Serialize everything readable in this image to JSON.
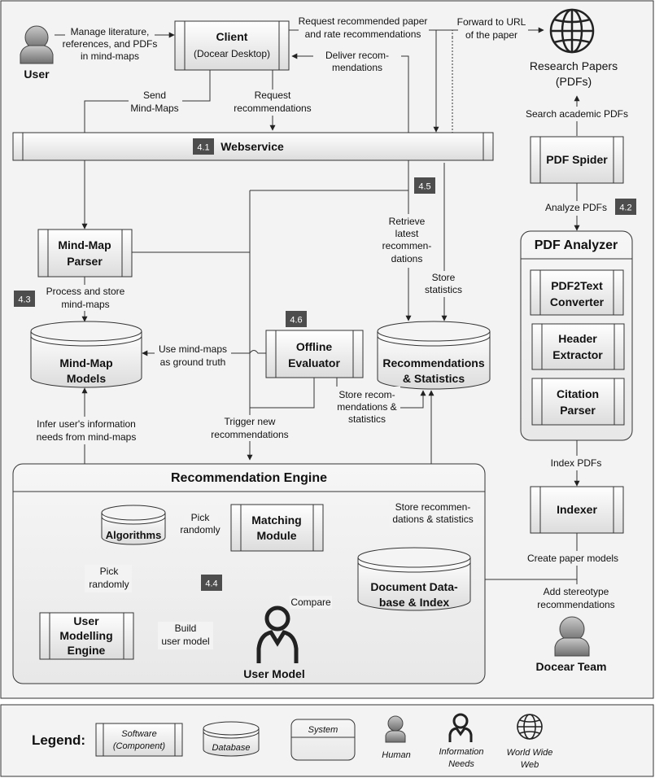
{
  "actors": {
    "user": "User",
    "docear_team": "Docear Team",
    "user_model": "User Model",
    "research_papers": [
      "Research Papers",
      "(PDFs)"
    ]
  },
  "components": {
    "client": [
      "Client",
      "(Docear Desktop)"
    ],
    "webservice": "Webservice",
    "pdf_spider": "PDF Spider",
    "pdf_analyzer": "PDF Analyzer",
    "pdf2text": [
      "PDF2Text",
      "Converter"
    ],
    "header_extractor": [
      "Header",
      "Extractor"
    ],
    "citation_parser": [
      "Citation",
      "Parser"
    ],
    "indexer": "Indexer",
    "mindmap_parser": [
      "Mind-Map",
      "Parser"
    ],
    "mindmap_models": [
      "Mind-Map",
      "Models"
    ],
    "offline_evaluator": [
      "Offline",
      "Evaluator"
    ],
    "recs_stats": [
      "Recommendations",
      "& Statistics"
    ],
    "rec_engine": "Recommendation Engine",
    "algorithms": "Algorithms",
    "matching_module": [
      "Matching",
      "Module"
    ],
    "doc_db": [
      "Document Data-",
      "base & Index"
    ],
    "user_modelling": [
      "User",
      "Modelling",
      "Engine"
    ]
  },
  "section_badges": {
    "b41": "4.1",
    "b42": "4.2",
    "b43": "4.3",
    "b44": "4.4",
    "b45": "4.5",
    "b46": "4.6"
  },
  "edges": {
    "manage": [
      "Manage literature,",
      "references, and PDFs",
      "in mind-maps"
    ],
    "request_rate": [
      "Request recommended paper",
      "and rate recommendations"
    ],
    "forward": [
      "Forward to URL",
      "of the paper"
    ],
    "deliver": [
      "Deliver recom-",
      "mendations"
    ],
    "send": [
      "Send",
      "Mind-Maps"
    ],
    "request_recs": [
      "Request",
      "recommendations"
    ],
    "search_pdfs": "Search academic PDFs",
    "analyze_pdfs": "Analyze PDFs",
    "retrieve": [
      "Retrieve",
      "latest",
      "recommen-",
      "dations"
    ],
    "store_stats": [
      "Store",
      "statistics"
    ],
    "process_store": [
      "Process and store",
      "mind-maps"
    ],
    "use_mindmaps": [
      "Use mind-maps",
      "as ground truth"
    ],
    "store_recs_stats": [
      "Store recom-",
      "mendations &",
      "statistics"
    ],
    "infer": [
      "Infer user's information",
      "needs from mind-maps"
    ],
    "trigger": [
      "Trigger new",
      "recommendations"
    ],
    "index_pdfs": "Index PDFs",
    "pick1": [
      "Pick",
      "randomly"
    ],
    "store_recs2": [
      "Store recommen-",
      "dations & statistics"
    ],
    "create_models": "Create paper models",
    "pick2": [
      "Pick",
      "randomly"
    ],
    "compare": "Compare",
    "add_stereo": [
      "Add stereotype",
      "recommendations"
    ],
    "build_model": [
      "Build",
      "user model"
    ]
  },
  "legend": {
    "title": "Legend:",
    "software": [
      "Software",
      "(Component)"
    ],
    "database": "Database",
    "system": "System",
    "human": "Human",
    "info_needs": [
      "Information",
      "Needs"
    ],
    "www": [
      "World Wide",
      "Web"
    ]
  }
}
